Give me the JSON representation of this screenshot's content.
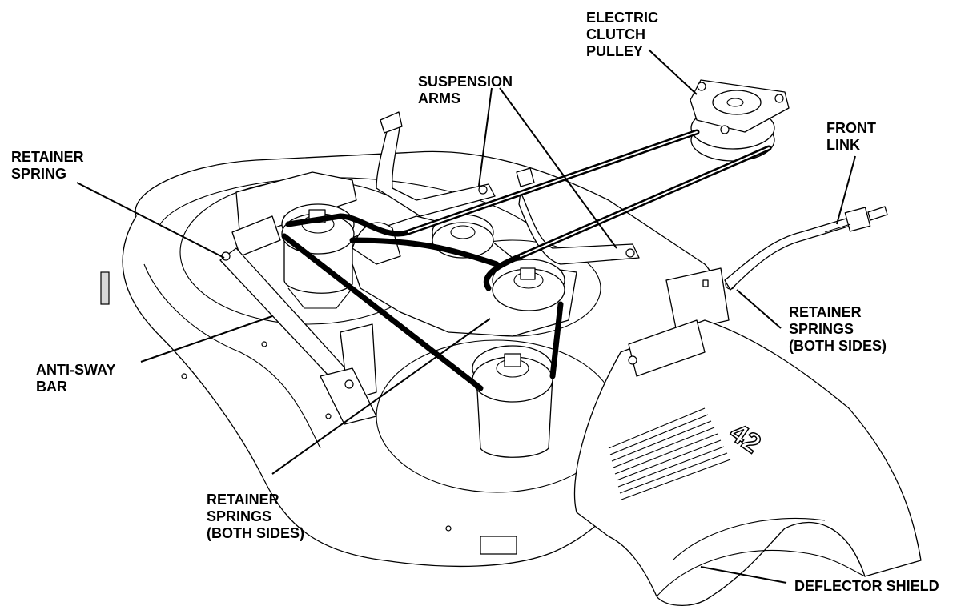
{
  "labels": {
    "electric_clutch_pulley": [
      "ELECTRIC",
      "CLUTCH",
      "PULLEY"
    ],
    "suspension_arms": [
      "SUSPENSION",
      "ARMS"
    ],
    "front_link": [
      "FRONT",
      "LINK"
    ],
    "retainer_spring": [
      "RETAINER",
      "SPRING"
    ],
    "retainer_springs_right": [
      "RETAINER",
      "SPRINGS",
      "(BOTH SIDES)"
    ],
    "anti_sway_bar": [
      "ANTI-SWAY",
      "BAR"
    ],
    "retainer_springs_bottom": [
      "RETAINER",
      "SPRINGS",
      "(BOTH SIDES)"
    ],
    "deflector_shield": [
      "DEFLECTOR SHIELD"
    ]
  },
  "deck_marking": "42"
}
